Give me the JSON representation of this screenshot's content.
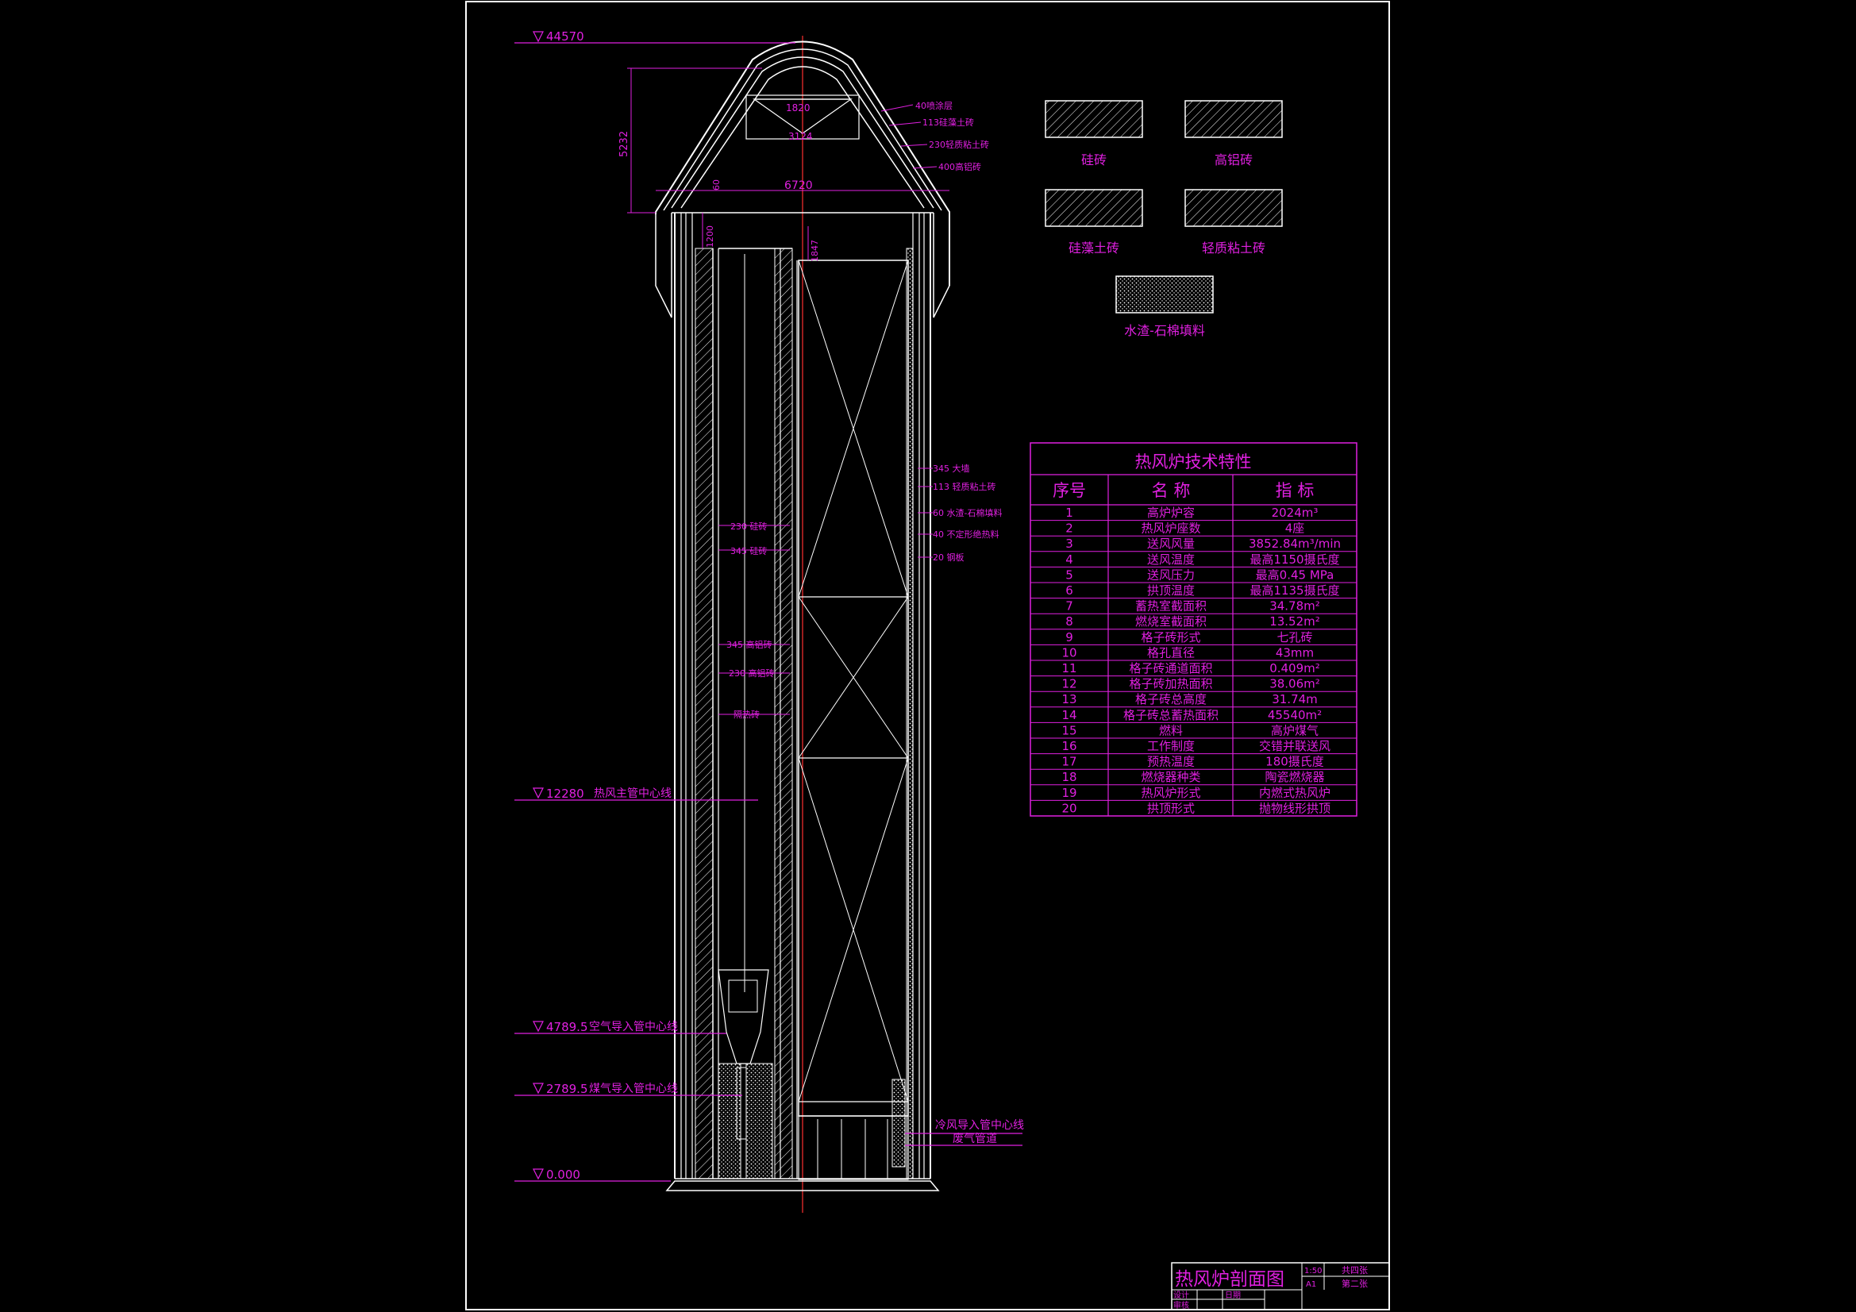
{
  "elevations": [
    {
      "value": "44570",
      "label": ""
    },
    {
      "value": "12280",
      "label": "热风主管中心线"
    },
    {
      "value": "4789.5",
      "label": "空气导入管中心线"
    },
    {
      "value": "2789.5",
      "label": "煤气导入管中心线"
    },
    {
      "value": "0.000",
      "label": ""
    }
  ],
  "dimensions": {
    "dome_height": "5232",
    "dome_top_width": "1820",
    "dome_bottom_width": "3124",
    "shell_inner": "6720",
    "offset_a": "60",
    "offset_b": "1200",
    "offset_c": "1847"
  },
  "dome_layers": [
    "40喷涂层",
    "113硅藻土砖",
    "230轻质粘土砖",
    "400高铝砖"
  ],
  "wall_layers_right": [
    "345 大墙",
    "113 轻质粘土砖",
    "60 水渣-石棉填料",
    "40 不定形绝热料",
    "20 钢板"
  ],
  "combustion_layers": [
    "230 硅砖",
    "345 硅砖",
    "345 高铝砖",
    "230 高铝砖",
    "隔热砖"
  ],
  "bottom_labels": [
    "冷风导入管中心线",
    "废气管道"
  ],
  "legend": [
    {
      "name": "硅砖",
      "pattern": "hatch"
    },
    {
      "name": "高铝砖",
      "pattern": "hatch"
    },
    {
      "name": "硅藻土砖",
      "pattern": "hatch"
    },
    {
      "name": "轻质粘土砖",
      "pattern": "hatch"
    },
    {
      "name": "水渣-石棉填料",
      "pattern": "dots"
    }
  ],
  "spec_table": {
    "title": "热风炉技术特性",
    "headers": [
      "序号",
      "名  称",
      "指  标"
    ],
    "rows": [
      [
        "1",
        "高炉炉容",
        "2024m³"
      ],
      [
        "2",
        "热风炉座数",
        "4座"
      ],
      [
        "3",
        "送风风量",
        "3852.84m³/min"
      ],
      [
        "4",
        "送风温度",
        "最高1150摄氏度"
      ],
      [
        "5",
        "送风压力",
        "最高0.45 MPa"
      ],
      [
        "6",
        "拱顶温度",
        "最高1135摄氏度"
      ],
      [
        "7",
        "蓄热室截面积",
        "34.78m²"
      ],
      [
        "8",
        "燃烧室截面积",
        "13.52m²"
      ],
      [
        "9",
        "格子砖形式",
        "七孔砖"
      ],
      [
        "10",
        "格孔直径",
        "43mm"
      ],
      [
        "11",
        "格子砖通道面积",
        "0.409m²"
      ],
      [
        "12",
        "格子砖加热面积",
        "38.06m²"
      ],
      [
        "13",
        "格子砖总高度",
        "31.74m"
      ],
      [
        "14",
        "格子砖总蓄热面积",
        "45540m²"
      ],
      [
        "15",
        "燃料",
        "高炉煤气"
      ],
      [
        "16",
        "工作制度",
        "交错并联送风"
      ],
      [
        "17",
        "预热温度",
        "180摄氏度"
      ],
      [
        "18",
        "燃烧器种类",
        "陶瓷燃烧器"
      ],
      [
        "19",
        "热风炉形式",
        "内燃式热风炉"
      ],
      [
        "20",
        "拱顶形式",
        "抛物线形拱顶"
      ]
    ]
  },
  "title_block": {
    "title": "热风炉剖面图",
    "scale": "1:50",
    "size": "A1",
    "sheets_total": "共四张",
    "sheet_no": "第二张",
    "designer": "设计",
    "checker": "审核",
    "drafter": "日期"
  },
  "colors": {
    "background": "#000000",
    "lines": "#ffffff",
    "annotation": "#e020e0",
    "centerline": "#ff3030"
  }
}
